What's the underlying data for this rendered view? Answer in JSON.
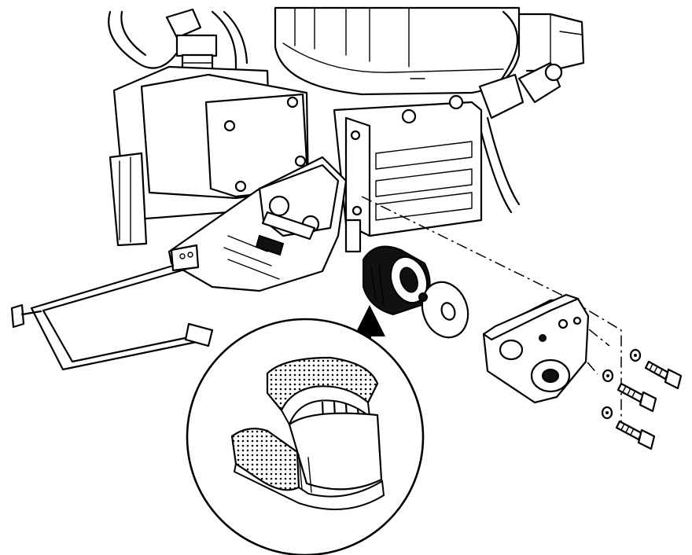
{
  "diagram": {
    "kind": "exploded technical line drawing",
    "parts": [
      "pump-housing",
      "motor-unit",
      "gear-box",
      "mounting-bracket",
      "bail-handle",
      "coupling-sleeve",
      "washer",
      "adapter-flange",
      "lock-washer",
      "bolt",
      "detail-inset-coupling",
      "callout-arrow"
    ],
    "counts": {
      "bolts": 3,
      "lock_washers": 3
    },
    "colors": {
      "ink": "#000000",
      "paper": "#ffffff"
    }
  }
}
